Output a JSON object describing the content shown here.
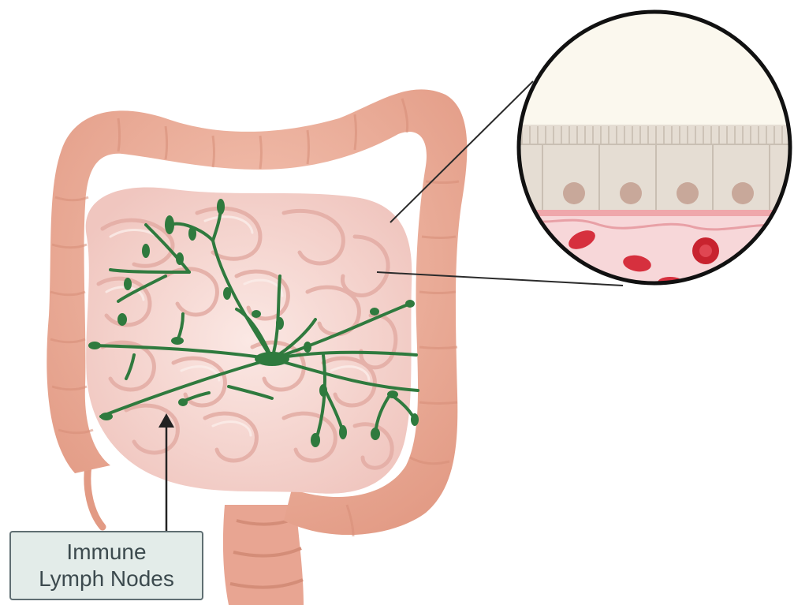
{
  "annotation": {
    "line1": "Immune",
    "line2": "Lymph Nodes"
  },
  "colors": {
    "colon": "#e8a08a",
    "small_intestine": "#f3ccc6",
    "lymph_network": "#2f7a3e",
    "villi_cell": "#e5ddd3",
    "nucleus": "#c8a89a",
    "blood_vessel": "#f7d7d9",
    "red_blood_cell": "#d6303e",
    "label_fill": "#e3ece9",
    "label_border": "#5f6e72"
  },
  "icons": {
    "intestine": "intestine-illustration",
    "zoom_circle": "magnified-epithelium-circle",
    "lymph": "lymph-node-network"
  }
}
